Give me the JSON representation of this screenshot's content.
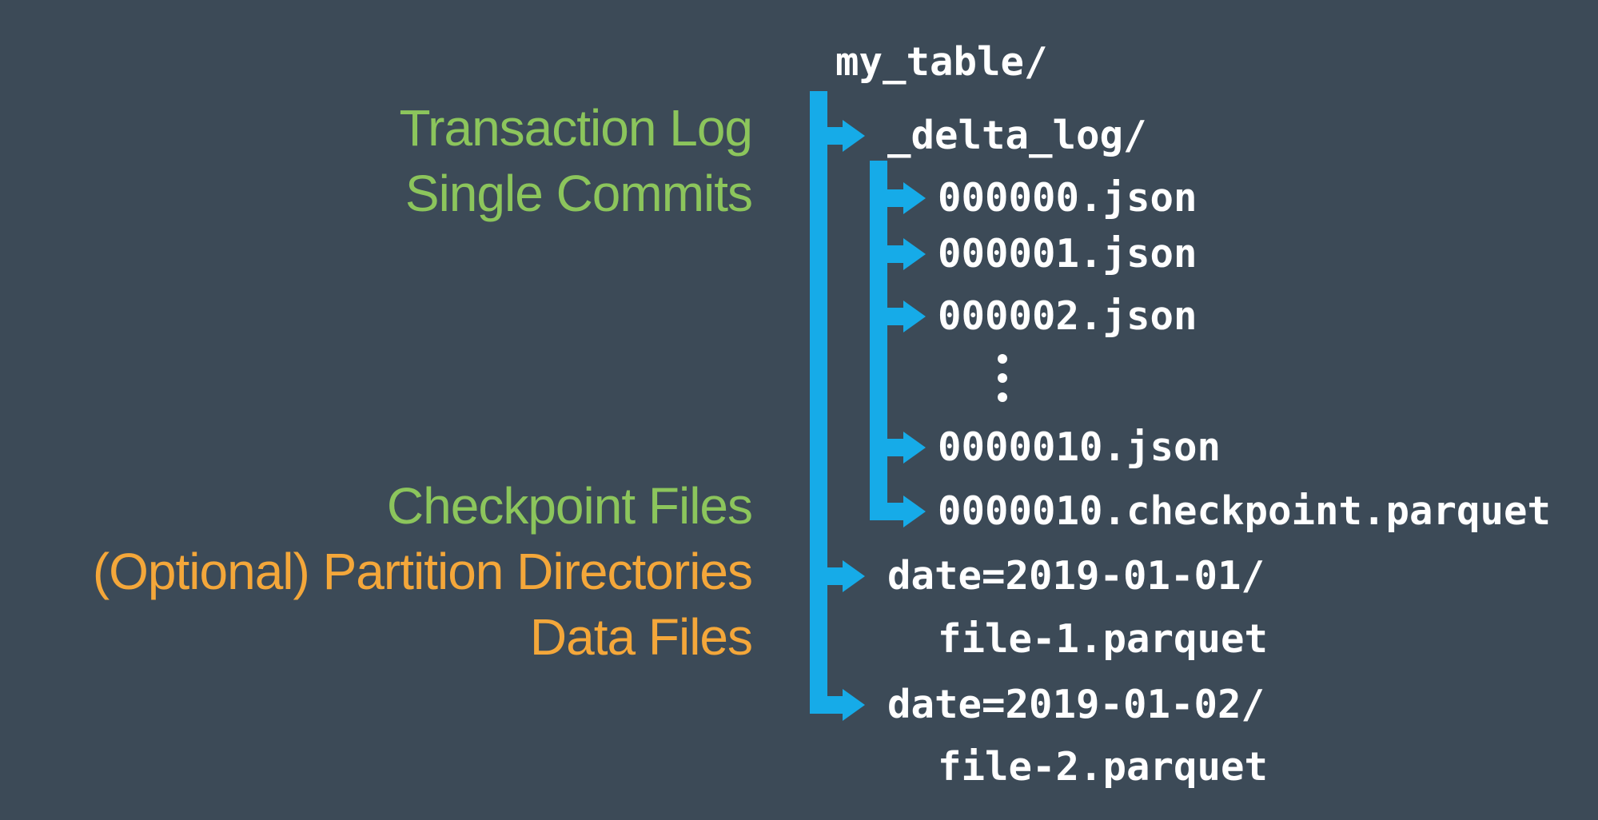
{
  "colors": {
    "background": "#3C4A57",
    "blue": "#16ABE8",
    "green": "#8CC55C",
    "orange": "#F4A73A",
    "white": "#FFFFFF"
  },
  "labels": {
    "top": [
      {
        "text": "Transaction Log",
        "color": "green"
      },
      {
        "text": "Single Commits",
        "color": "green"
      }
    ],
    "bottom": [
      {
        "text": "Checkpoint Files",
        "color": "green"
      },
      {
        "text": "(Optional) Partition Directories",
        "color": "orange"
      },
      {
        "text": "Data Files",
        "color": "orange"
      }
    ]
  },
  "tree": {
    "root": "my_table/",
    "rows": [
      {
        "text": "my_table/",
        "level": 0,
        "arrow": "none"
      },
      {
        "text": "_delta_log/",
        "level": 1,
        "arrow": "main"
      },
      {
        "text": "000000.json",
        "level": 2,
        "arrow": "inner"
      },
      {
        "text": "000001.json",
        "level": 2,
        "arrow": "inner"
      },
      {
        "text": "000002.json",
        "level": 2,
        "arrow": "inner"
      },
      {
        "text": "⋮",
        "level": 2,
        "type": "ellipsis",
        "arrow": "none"
      },
      {
        "text": "0000010.json",
        "level": 2,
        "arrow": "inner"
      },
      {
        "text": "0000010.checkpoint.parquet",
        "level": 2,
        "arrow": "inner"
      },
      {
        "text": "date=2019-01-01/",
        "level": 1,
        "arrow": "main"
      },
      {
        "text": "file-1.parquet",
        "level": 2,
        "arrow": "none"
      },
      {
        "text": "date=2019-01-02/",
        "level": 1,
        "arrow": "main"
      },
      {
        "text": "file-2.parquet",
        "level": 2,
        "arrow": "none"
      }
    ]
  }
}
